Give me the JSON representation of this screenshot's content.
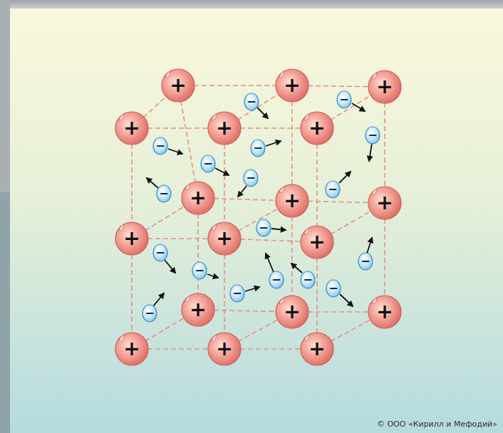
{
  "diagram": {
    "nodes": [
      {
        "text": [
          "+"
        ]
      },
      {
        "text": [
          "+"
        ]
      },
      {
        "text": [
          "+"
        ]
      },
      {
        "text": [
          "+"
        ]
      },
      {
        "text": [
          "+"
        ]
      },
      {
        "text": [
          "+"
        ]
      },
      {
        "text": [
          "+"
        ]
      },
      {
        "text": [
          "+"
        ]
      },
      {
        "text": [
          "+"
        ]
      },
      {
        "text": [
          "+"
        ]
      },
      {
        "text": [
          "+"
        ]
      },
      {
        "text": [
          "+"
        ]
      },
      {
        "text": [
          "+"
        ]
      },
      {
        "text": [
          "+"
        ]
      },
      {
        "text": [
          "+"
        ]
      },
      {
        "text": [
          "+"
        ]
      },
      {
        "text": [
          "+"
        ]
      },
      {
        "text": [
          "+"
        ]
      },
      {
        "text": [
          "−"
        ]
      },
      {
        "text": [
          "−"
        ]
      },
      {
        "text": [
          "−"
        ]
      },
      {
        "text": [
          "−"
        ]
      },
      {
        "text": [
          "−"
        ]
      },
      {
        "text": [
          "−"
        ]
      },
      {
        "text": [
          "−"
        ]
      },
      {
        "text": [
          "−"
        ]
      },
      {
        "text": [
          "−"
        ]
      },
      {
        "text": [
          "−"
        ]
      },
      {
        "text": [
          "−"
        ]
      },
      {
        "text": [
          "−"
        ]
      },
      {
        "text": [
          "−"
        ]
      },
      {
        "text": [
          "−"
        ]
      },
      {
        "text": [
          "−"
        ]
      },
      {
        "text": [
          "−"
        ]
      },
      {
        "text": [
          "−"
        ]
      },
      {
        "text": [
          "−"
        ]
      }
    ],
    "labels": [
      "© ООО «Кирилл и Мефодий»"
    ]
  }
}
